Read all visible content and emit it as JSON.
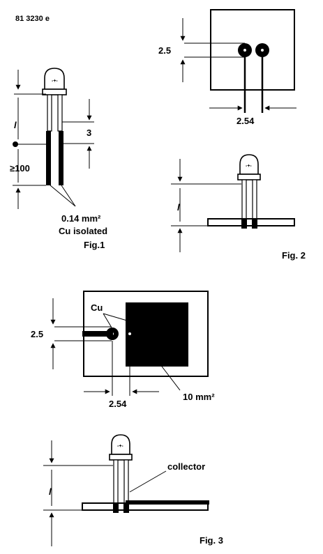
{
  "document": {
    "code": "81 3230 e"
  },
  "fig1": {
    "caption": "Fig.1",
    "dim_l": "l",
    "dim_3": "3",
    "dim_ge100": "≥100",
    "wire_size": "0.14 mm²",
    "wire_note": "Cu isolated"
  },
  "fig2": {
    "caption": "Fig. 2",
    "dim_2_5": "2.5",
    "dim_2_54": "2.54",
    "dim_l": "l"
  },
  "fig3": {
    "caption": "Fig. 3",
    "label_cu": "Cu",
    "dim_2_5": "2.5",
    "dim_2_54": "2.54",
    "pad_area": "10 mm²",
    "dim_l": "l",
    "label_collector": "collector"
  }
}
